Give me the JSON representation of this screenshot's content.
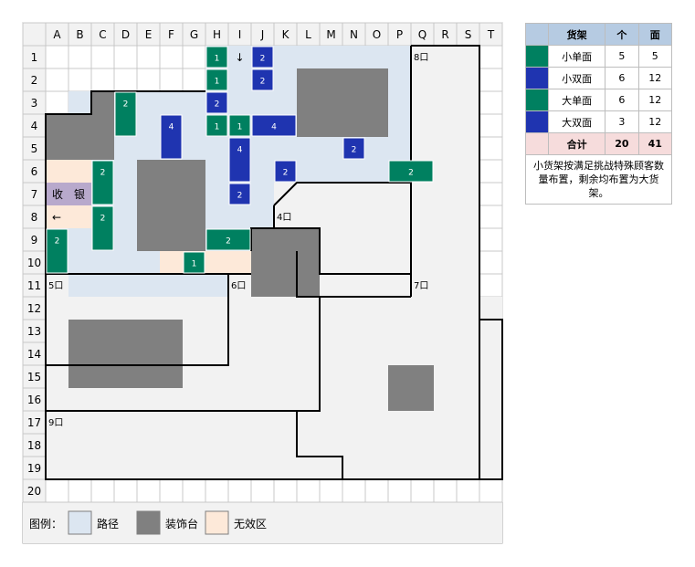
{
  "columns": [
    "A",
    "B",
    "C",
    "D",
    "E",
    "F",
    "G",
    "H",
    "I",
    "J",
    "K",
    "L",
    "M",
    "N",
    "O",
    "P",
    "Q",
    "R",
    "S",
    "T"
  ],
  "rows": [
    "1",
    "2",
    "3",
    "4",
    "5",
    "6",
    "7",
    "8",
    "9",
    "10",
    "11",
    "12",
    "13",
    "14",
    "15",
    "16",
    "17",
    "18",
    "19",
    "20"
  ],
  "colors": {
    "path": "#dce6f1",
    "decor": "#808080",
    "invalid": "#fde9d9",
    "small_single": "#008060",
    "small_double": "#1f34b0",
    "large_single": "#008060",
    "large_double": "#1f34b0",
    "store": "#f2f2f2",
    "cashier": "#b8a9cc",
    "header": "#b6cbe2",
    "total": "#f6dcdc"
  },
  "cashier_label": "收　银",
  "exit_arrow": "←",
  "entry_arrow": "↓",
  "stores": [
    {
      "label": "4口"
    },
    {
      "label": "5口"
    },
    {
      "label": "6口"
    },
    {
      "label": "7口"
    },
    {
      "label": "8口"
    },
    {
      "label": "9口"
    }
  ],
  "shelves": [
    {
      "type": "small_single",
      "count": "1"
    },
    {
      "type": "small_single",
      "count": "1"
    },
    {
      "type": "small_single",
      "count": "2"
    },
    {
      "type": "small_single",
      "count": "1"
    },
    {
      "type": "small_single",
      "count": "1"
    },
    {
      "type": "small_double",
      "count": "2"
    },
    {
      "type": "small_double",
      "count": "2"
    },
    {
      "type": "small_double",
      "count": "2"
    },
    {
      "type": "small_double",
      "count": "4"
    },
    {
      "type": "small_double",
      "count": "4"
    },
    {
      "type": "small_double",
      "count": "4"
    },
    {
      "type": "small_double",
      "count": "2"
    },
    {
      "type": "small_double",
      "count": "2"
    },
    {
      "type": "small_double",
      "count": "2"
    },
    {
      "type": "large_single",
      "count": "2"
    },
    {
      "type": "large_single",
      "count": "2"
    },
    {
      "type": "large_single",
      "count": "2"
    },
    {
      "type": "large_single",
      "count": "2"
    },
    {
      "type": "large_single",
      "count": "2"
    },
    {
      "type": "large_single",
      "count": "2"
    },
    {
      "type": "large_single",
      "count": "1"
    }
  ],
  "legend": {
    "title": "图例：",
    "items": [
      {
        "key": "path",
        "label": "路径"
      },
      {
        "key": "decor",
        "label": "装饰台"
      },
      {
        "key": "invalid",
        "label": "无效区"
      }
    ]
  },
  "table": {
    "headers": [
      "货架",
      "个",
      "面"
    ],
    "rows": [
      {
        "name": "小单面",
        "count": "5",
        "faces": "5",
        "color": "#008060"
      },
      {
        "name": "小双面",
        "count": "6",
        "faces": "12",
        "color": "#1f34b0"
      },
      {
        "name": "大单面",
        "count": "6",
        "faces": "12",
        "color": "#008060"
      },
      {
        "name": "大双面",
        "count": "3",
        "faces": "12",
        "color": "#1f34b0"
      }
    ],
    "total": {
      "name": "合计",
      "count": "20",
      "faces": "41"
    },
    "note": "小货架按满足挑战特殊顾客数量布置，剩余均布置为大货架。"
  }
}
